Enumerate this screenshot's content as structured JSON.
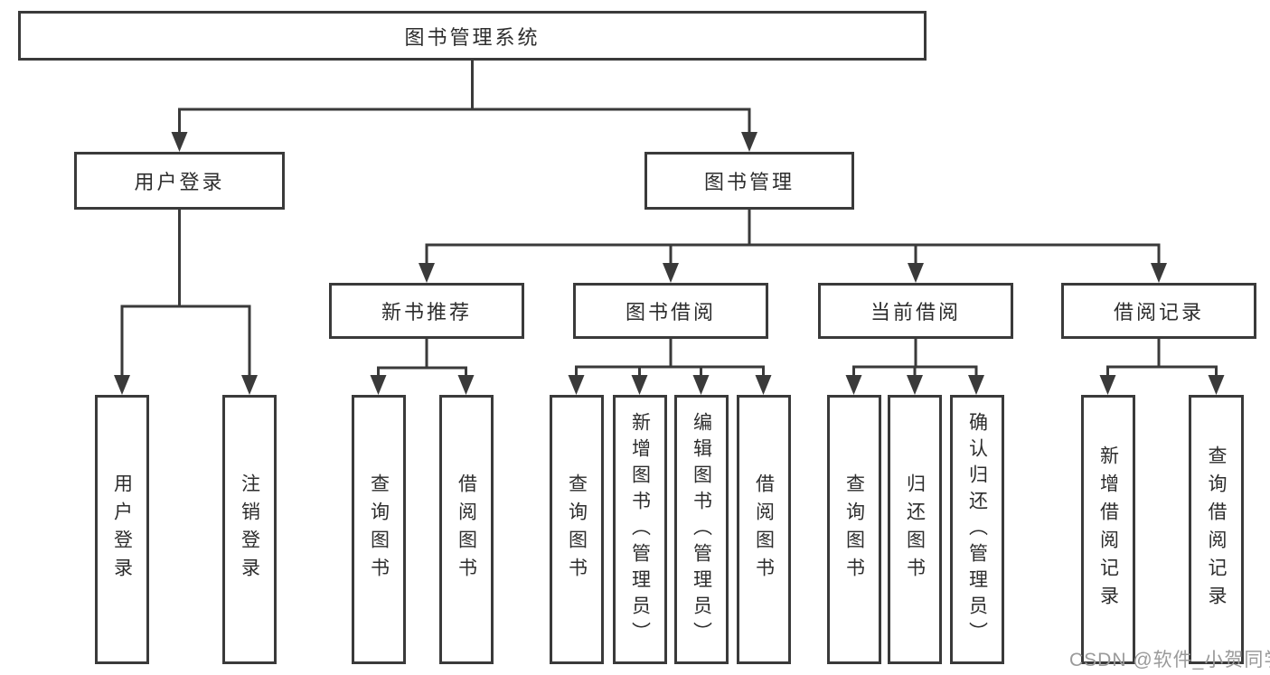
{
  "diagram": {
    "root": {
      "label": "图书管理系统"
    },
    "branches": [
      {
        "label": "用户登录",
        "children": [
          {
            "label": "用户登录"
          },
          {
            "label": "注销登录"
          }
        ]
      },
      {
        "label": "图书管理",
        "children": [
          {
            "label": "新书推荐",
            "children": [
              {
                "label": "查询图书"
              },
              {
                "label": "借阅图书"
              }
            ]
          },
          {
            "label": "图书借阅",
            "children": [
              {
                "label": "查询图书"
              },
              {
                "label": "新增图书（管理员）"
              },
              {
                "label": "编辑图书（管理员）"
              },
              {
                "label": "借阅图书"
              }
            ]
          },
          {
            "label": "当前借阅",
            "children": [
              {
                "label": "查询图书"
              },
              {
                "label": "归还图书"
              },
              {
                "label": "确认归还（管理员）"
              }
            ]
          },
          {
            "label": "借阅记录",
            "children": [
              {
                "label": "新增借阅记录"
              },
              {
                "label": "查询借阅记录"
              }
            ]
          }
        ]
      }
    ]
  },
  "watermark": {
    "text": "CSDN @软件_小贺同学",
    "color": "#9a9a9a"
  },
  "colors": {
    "line": "#3a3a3a",
    "text": "#2d2d2d",
    "box_background": "#ffffff"
  }
}
